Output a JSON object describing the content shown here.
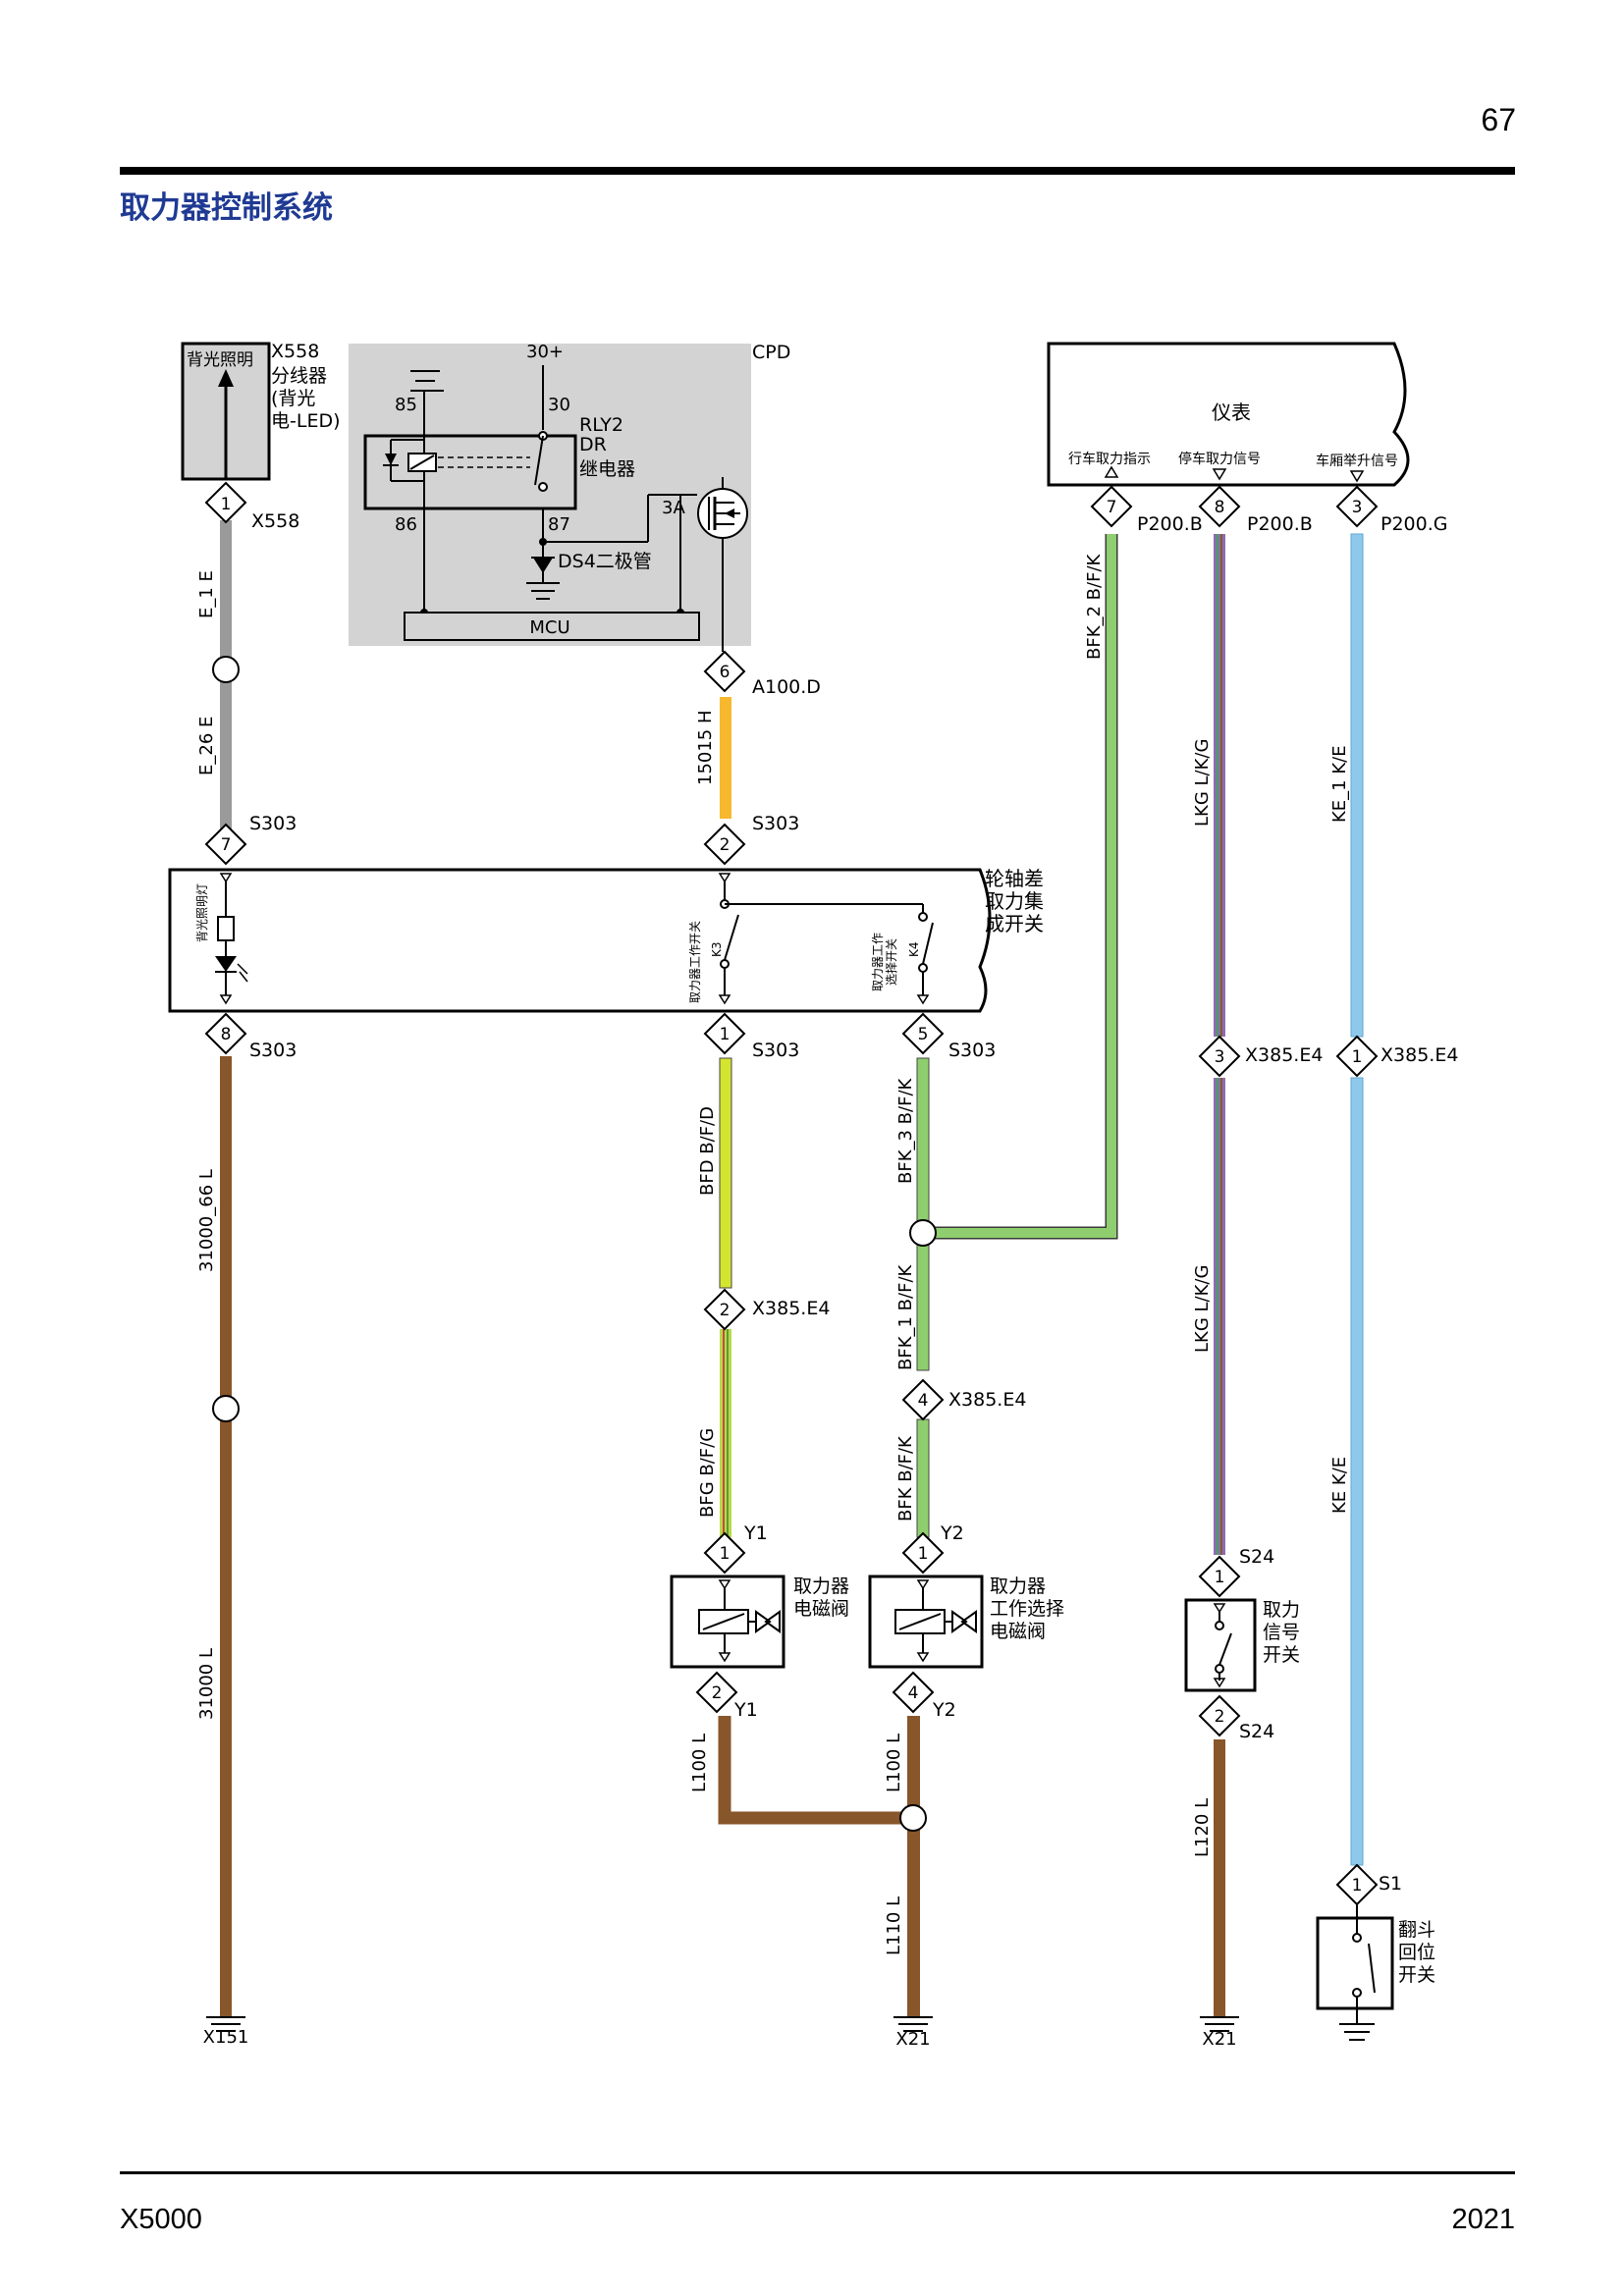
{
  "header": {
    "page_number": "67",
    "title": "取力器控制系统"
  },
  "footer": {
    "model": "X5000",
    "year": "2021"
  },
  "colors": {
    "title": "#1f3a93",
    "wire_gray": "#9a9a9a",
    "wire_yellow": "#f5b82e",
    "wire_brown": "#87562a",
    "wire_green": "#8fce6e",
    "wire_lightblue": "#8ec9ec",
    "wire_yellow_green": "#cfe33a",
    "wire_violet": "#8a6db0",
    "cpd_shade": "#d3d3d3"
  },
  "backlight": {
    "box_label": "背光照明",
    "conn_id": "X558",
    "desc1": "分线器",
    "desc2": "(背光",
    "desc3": "电-LED)",
    "pin": "1",
    "pin_conn": "X558"
  },
  "cpd": {
    "title": "CPD",
    "v30": "30+",
    "p85": "85",
    "p30": "30",
    "p86": "86",
    "p87": "87",
    "rly_id": "RLY2",
    "rly_dr": "DR",
    "rly_name": "继电器",
    "diode": "DS4二极管",
    "fuse": "3A",
    "mcu": "MCU",
    "out_pin": "6",
    "out_conn": "A100.D"
  },
  "wires": {
    "e1": "E_1  E",
    "e26": "E_26  E",
    "w15015": "15015  H",
    "w31000_66": "31000_66  L",
    "w31000": "31000  L",
    "bfd": "BFD  B/F/D",
    "bfg": "BFG  B/F/G",
    "bfk3": "BFK_3  B/F/K",
    "bfk1": "BFK_1  B/F/K",
    "bfk": "BFK  B/F/K",
    "bfk2": "BFK_2  B/F/K",
    "lkg_top": "LKG  L/K/G",
    "lkg_bot": "LKG  L/K/G",
    "ke1": "KE_1  K/E",
    "ke": "KE  K/E",
    "l100_a": "L100  L",
    "l100_b": "L100  L",
    "l110": "L110  L",
    "l120": "L120  L"
  },
  "switch_module": {
    "name1": "轮轴差",
    "name2": "取力集",
    "name3": "成开关",
    "backlight_label": "背光照明灯",
    "k3_label": "取力器工作开关",
    "k3": "K3",
    "k4_label_1": "取力器工作",
    "k4_label_2": "选择开关",
    "k4": "K4",
    "pin7": "7",
    "pin2": "2",
    "pin8": "8",
    "pin1": "1",
    "pin5": "5",
    "conn": "S303"
  },
  "instrument": {
    "name": "仪表",
    "sig1": "行车取力指示",
    "sig2": "停车取力信号",
    "sig3": "车厢举升信号",
    "pin7": "7",
    "pin8": "8",
    "pin3": "3",
    "conn7": "P200.B",
    "conn8": "P200.B",
    "conn3": "P200.G"
  },
  "mid_connectors": {
    "p2": "2",
    "c2": "X385.E4",
    "p4": "4",
    "c4": "X385.E4",
    "p3": "3",
    "c3": "X385.E4",
    "p1": "1",
    "c1": "X385.E4"
  },
  "valves": {
    "y1_name1": "取力器",
    "y1_name2": "电磁阀",
    "y1_pin_top": "1",
    "y1_pin_bot": "2",
    "y1": "Y1",
    "y2_name1": "取力器",
    "y2_name2": "工作选择",
    "y2_name3": "电磁阀",
    "y2_pin_top": "1",
    "y2_pin_bot": "4",
    "y2": "Y2"
  },
  "s24": {
    "name1": "取力",
    "name2": "信号",
    "name3": "开关",
    "pin_top": "1",
    "pin_bot": "2",
    "conn": "S24"
  },
  "s1": {
    "name1": "翻斗",
    "name2": "回位",
    "name3": "开关",
    "pin": "1",
    "conn": "S1"
  },
  "grounds": {
    "g1": "X151",
    "g2": "X21",
    "g3": "X21"
  }
}
